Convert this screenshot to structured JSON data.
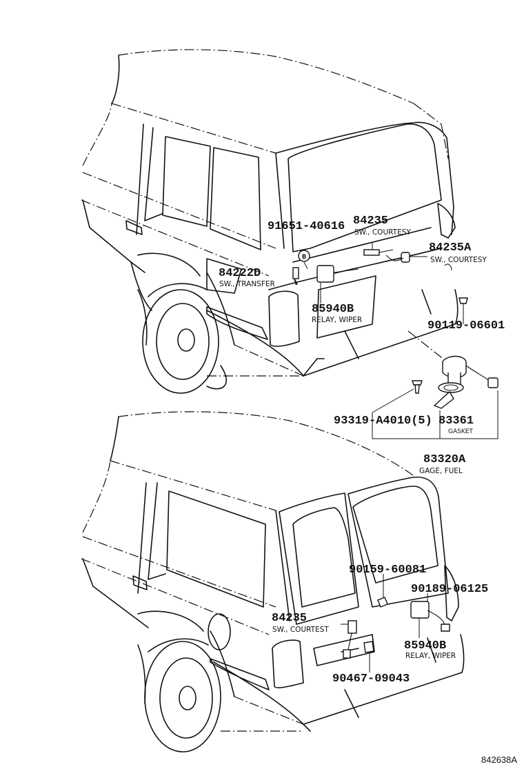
{
  "callouts": {
    "c84235_top": {
      "pn": "84235",
      "desc": "SW., COURTESY"
    },
    "c84235a": {
      "pn": "84235A",
      "desc": "SW., COURTESY"
    },
    "c91651": {
      "pn": "91651-40616",
      "marker": "B"
    },
    "c84222d": {
      "pn": "84222D",
      "desc": "SW., TRANSFER"
    },
    "c85940b_top": {
      "pn": "85940B",
      "desc": "RELAY, WIPER"
    },
    "c90119": {
      "pn": "90119-06601"
    },
    "c93319": {
      "pn": "93319-A4010(5)"
    },
    "c83361": {
      "pn": "83361",
      "desc": "GASKET"
    },
    "c83320a": {
      "pn": "83320A",
      "desc": "GAGE, FUEL"
    },
    "c90159": {
      "pn": "90159-60081"
    },
    "c90189": {
      "pn": "90189-06125"
    },
    "c84235_bot": {
      "pn": "84235",
      "desc": "SW., COURTEST"
    },
    "c85940b_bot": {
      "pn": "85940B",
      "desc": "RELAY, WIPER"
    },
    "c90467": {
      "pn": "90467-09043"
    }
  },
  "figure_ref": "842638A"
}
